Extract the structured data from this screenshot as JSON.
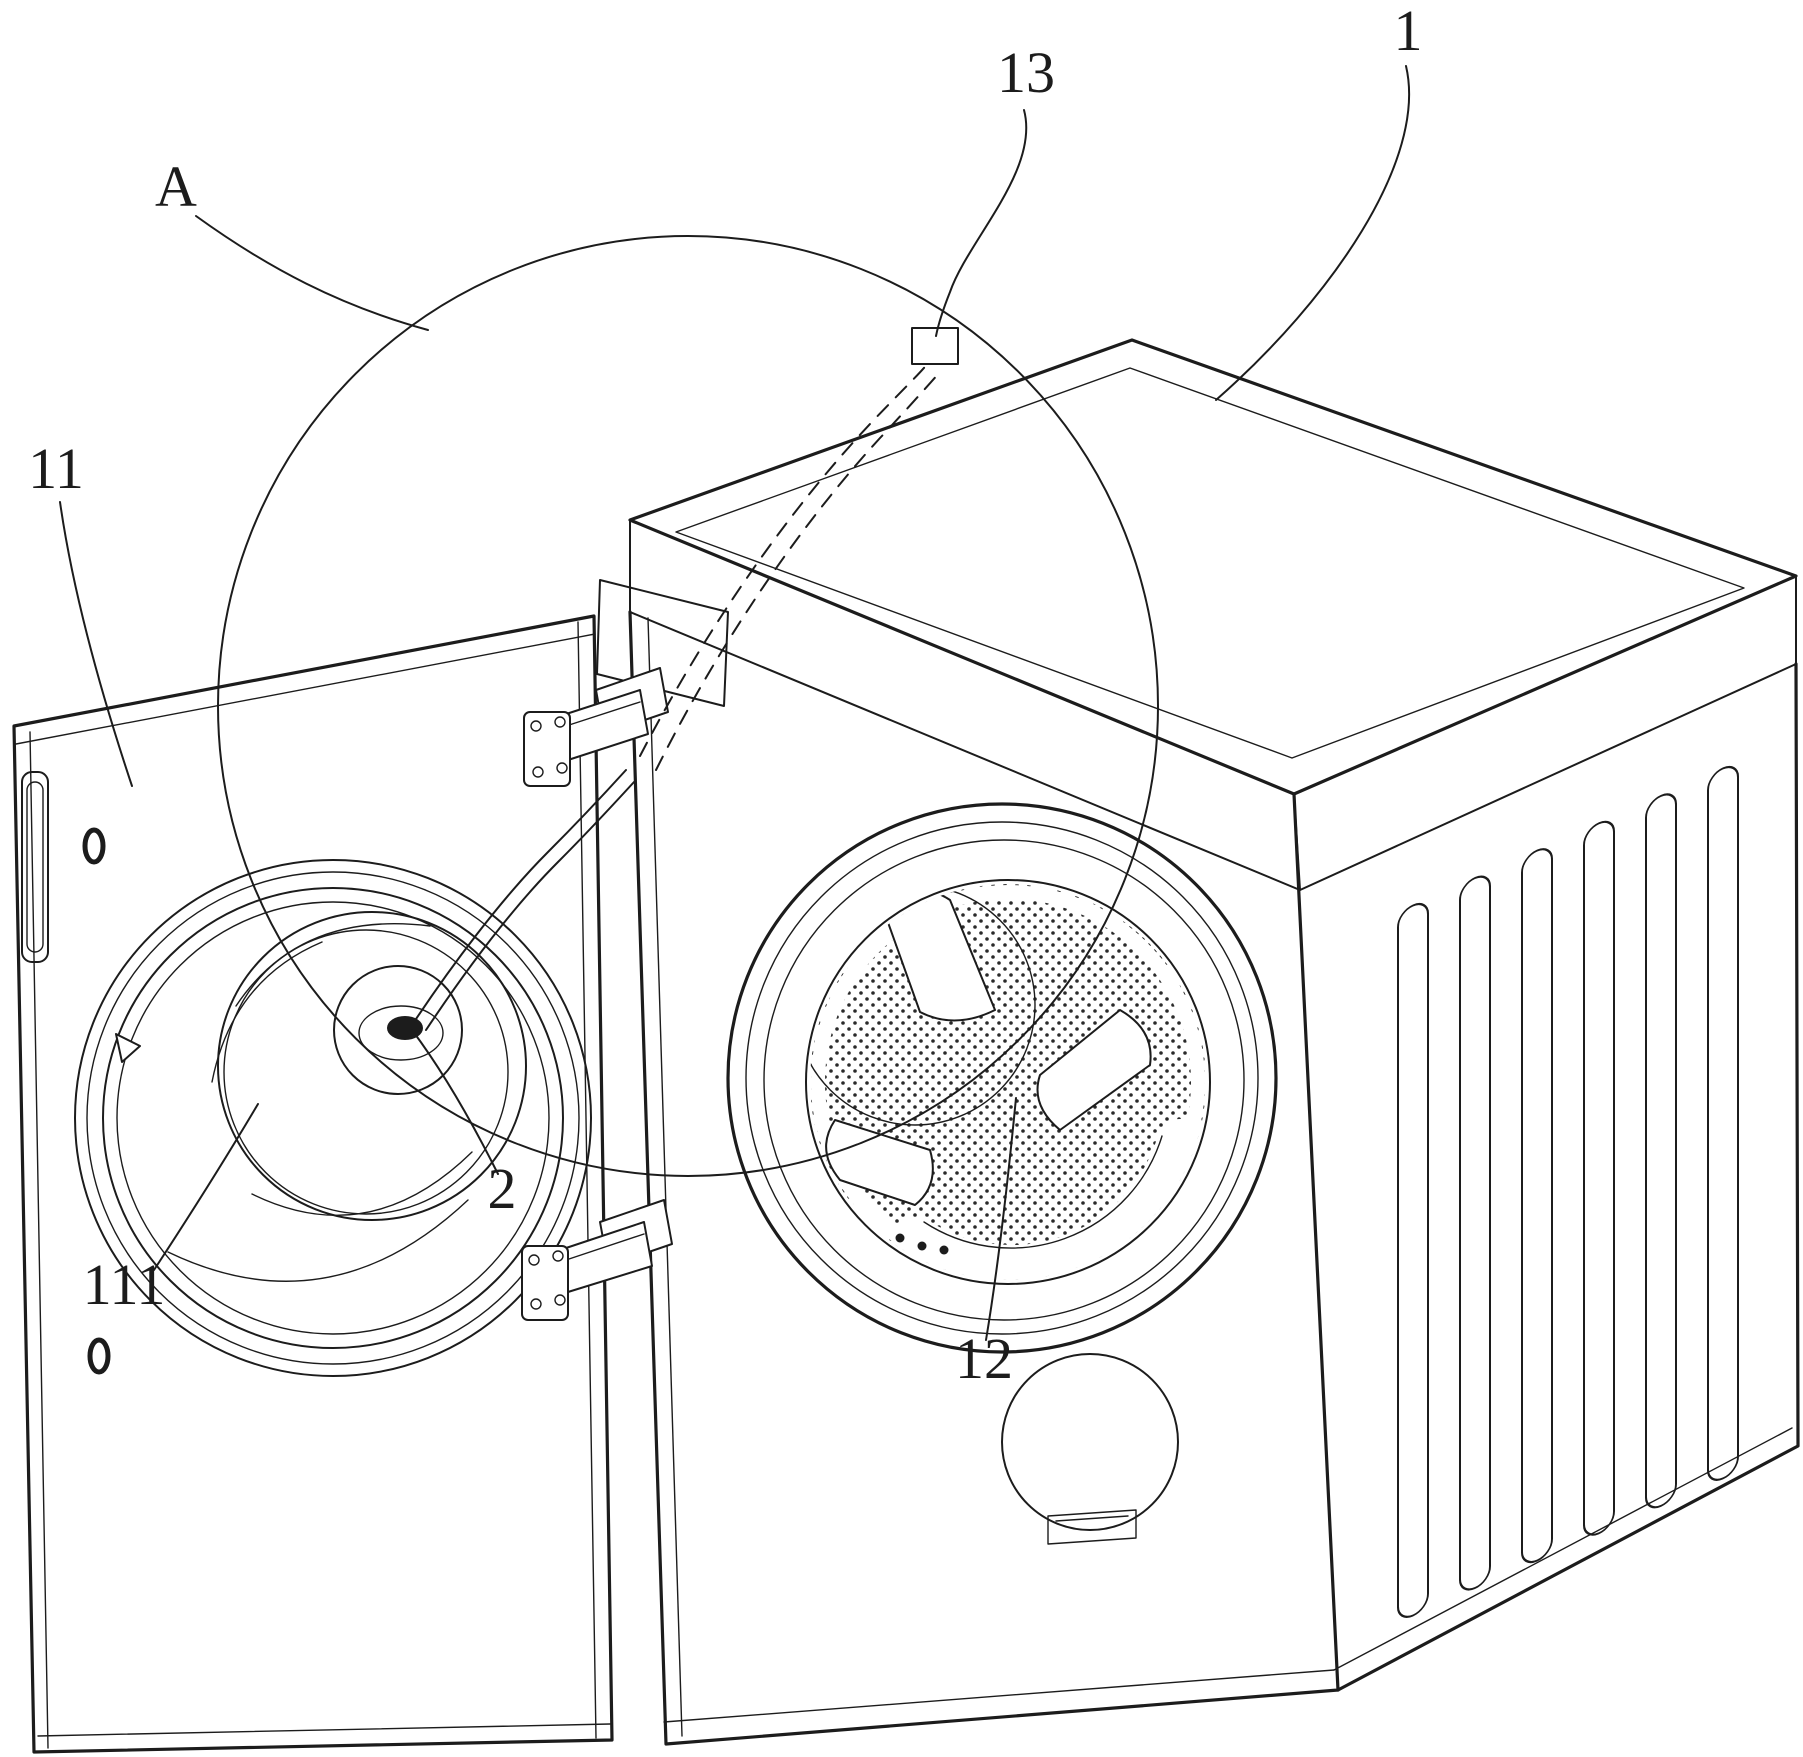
{
  "figure": {
    "kind": "patent-line-drawing",
    "description": "Isometric line drawing of a front-loading washing machine with its door open, annotated with reference numerals",
    "background_color": "#ffffff",
    "line_color": "#1c1c1c"
  },
  "labels": {
    "a": {
      "text": "A"
    },
    "n13": {
      "text": "13"
    },
    "n1": {
      "text": "1"
    },
    "n11": {
      "text": "11"
    },
    "n111": {
      "text": "111"
    },
    "n2": {
      "text": "2"
    },
    "n12": {
      "text": "12"
    }
  }
}
